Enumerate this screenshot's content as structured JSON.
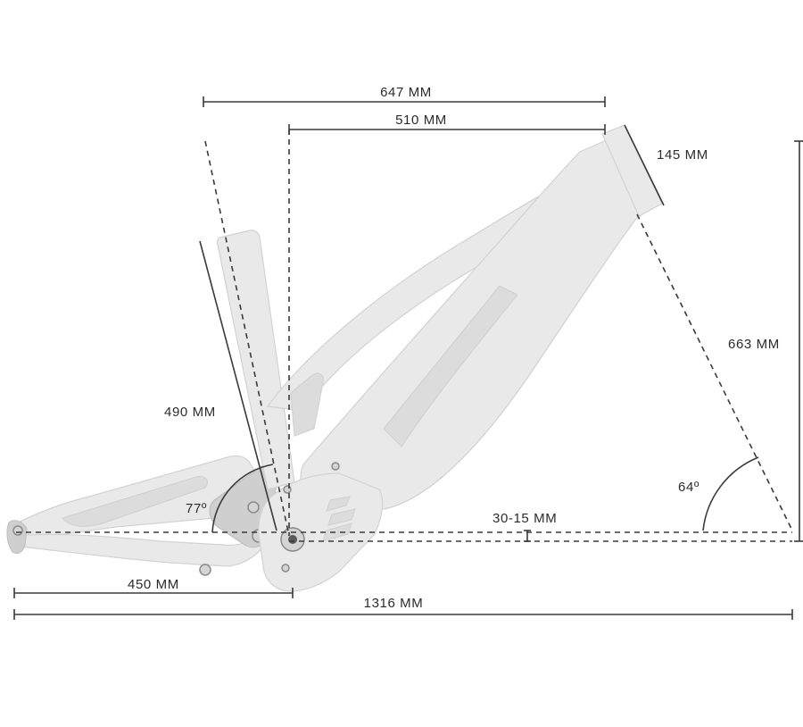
{
  "dimensions": {
    "reach_top": "647 MM",
    "reach_inner": "510 MM",
    "head_tube": "145 MM",
    "stack": "663 MM",
    "seat_tube": "490 MM",
    "seat_angle": "77º",
    "head_angle": "64º",
    "bb_drop": "30-15 MM",
    "chainstay": "450 MM",
    "wheelbase": "1316 MM"
  },
  "colors": {
    "frame": "#e9e9e9",
    "line": "#3a3a3a",
    "text": "#2b2b2b"
  }
}
